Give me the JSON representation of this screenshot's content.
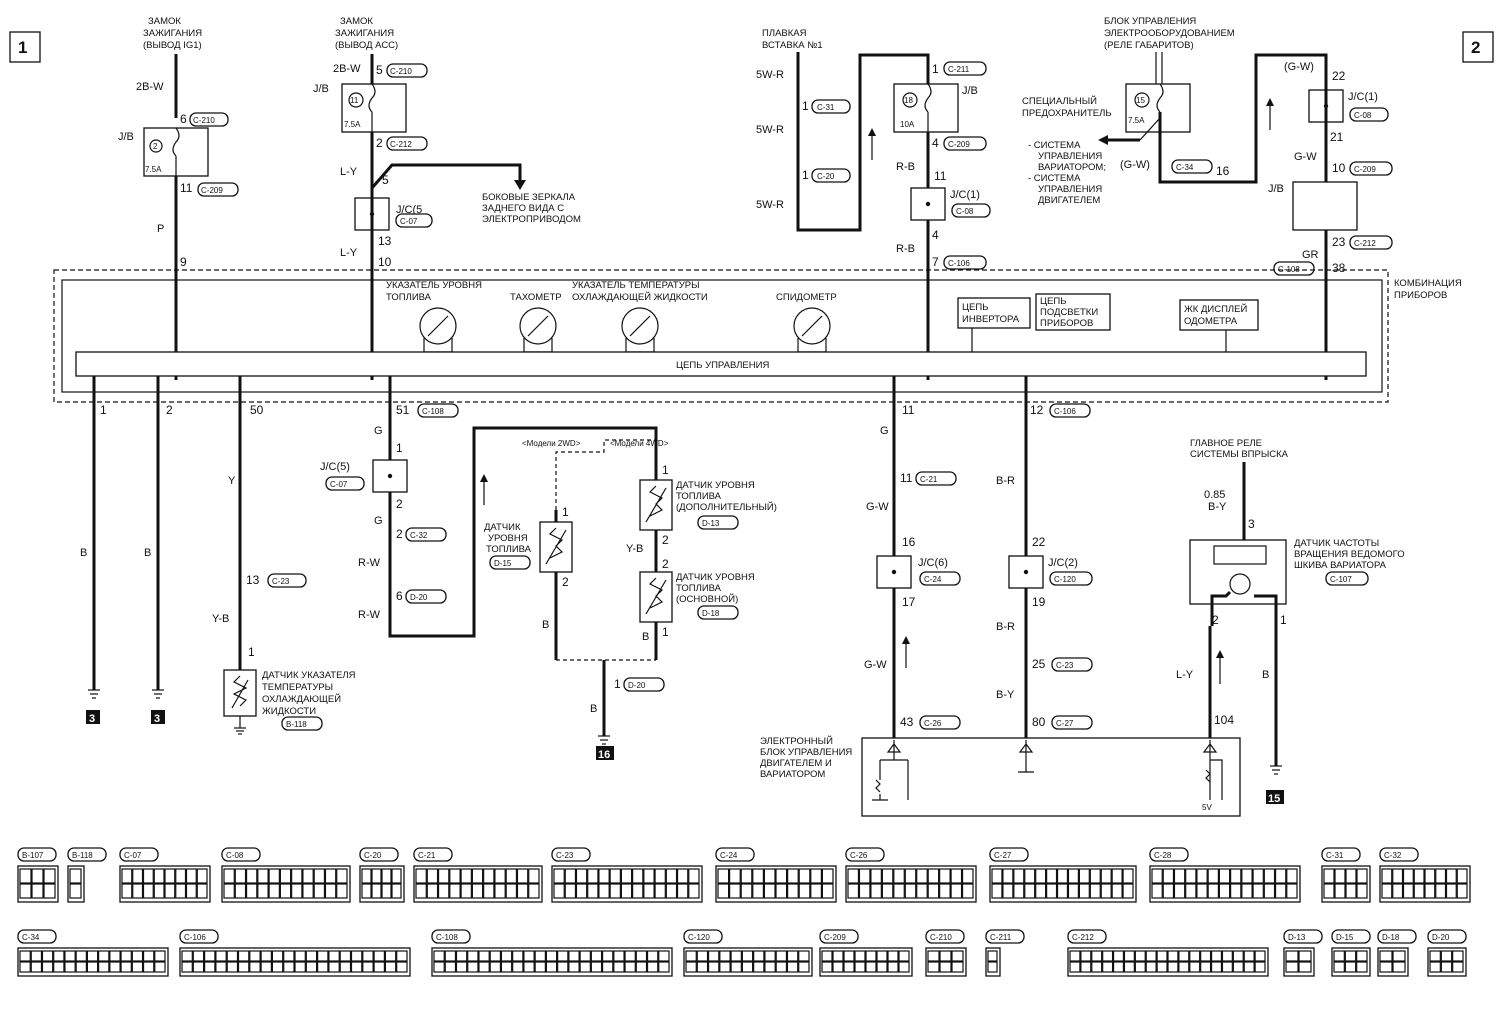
{
  "page_numbers": [
    "1",
    "2"
  ],
  "sources": {
    "ig1": [
      "ЗАМОК",
      "ЗАЖИГАНИЯ",
      "(ВЫВОД IG1)"
    ],
    "acc": [
      "ЗАМОК",
      "ЗАЖИГАНИЯ",
      "(ВЫВОД АСС)"
    ],
    "fusible_link": [
      "ПЛАВКАЯ",
      "ВСТАВКА №1"
    ],
    "etacs": [
      "БЛОК УПРАВЛЕНИЯ",
      "ЭЛЕКТРООБОРУДОВАНИЕМ",
      "(РЕЛЕ ГАБАРИТОВ)"
    ],
    "special_fuse": [
      "СПЕЦИАЛЬНЫЙ",
      "ПРЕДОХРАНИТЕЛЬ"
    ],
    "cvt_systems": [
      "- СИСТЕМА",
      "УПРАВЛЕНИЯ",
      "ВАРИАТОРОМ;",
      "- СИСТЕМА",
      "УПРАВЛЕНИЯ",
      "ДВИГАТЕЛЕМ"
    ],
    "mirrors": [
      "БОКОВЫЕ ЗЕРКАЛА",
      "ЗАДНЕГО ВИДА С",
      "ЭЛЕКТРОПРИВОДОМ"
    ],
    "main_relay": [
      "ГЛАВНОЕ РЕЛЕ",
      "СИСТЕМЫ ВПРЫСКА"
    ]
  },
  "cluster": {
    "label": [
      "КОМБИНАЦИЯ",
      "ПРИБОРОВ"
    ],
    "fuel_gauge": [
      "УКАЗАТЕЛЬ УРОВНЯ",
      "ТОПЛИВА"
    ],
    "tachometer": "ТАХОМЕТР",
    "temp_gauge": [
      "УКАЗАТЕЛЬ ТЕМПЕРАТУРЫ",
      "ОХЛАЖДАЮЩЕЙ ЖИДКОСТИ"
    ],
    "speedometer": "СПИДОМЕТР",
    "inverter": [
      "ЦЕПЬ",
      "ИНВЕРТОРА"
    ],
    "illumination": [
      "ЦЕПЬ",
      "ПОДСВЕТКИ",
      "ПРИБОРОВ"
    ],
    "odometer": [
      "ЖК ДИСПЛЕЙ",
      "ОДОМЕТРА"
    ],
    "control_circuit": "ЦЕПЬ УПРАВЛЕНИЯ"
  },
  "fuses": {
    "f2": {
      "num": "2",
      "rating": "7.5A"
    },
    "f11": {
      "num": "11",
      "rating": "7.5A"
    },
    "f18": {
      "num": "18",
      "rating": "10A"
    },
    "f15": {
      "num": "15",
      "rating": "7.5A"
    }
  },
  "jb": "J/B",
  "joints": {
    "jc5a": "J/C(5",
    "jc1a": "J/C(1)",
    "jc1b": "J/C(1)",
    "jc5b": "J/C(5)",
    "jc6": "J/C(6)",
    "jc2": "J/C(2)"
  },
  "wire_colors": {
    "c1_top": "2B-W",
    "c1_p": "P",
    "c2_top": "2B-W",
    "c2_ly1": "L-Y",
    "c2_ly2": "L-Y",
    "c3_5wr1": "5W-R",
    "c3_5wr2": "5W-R",
    "c3_5wr3": "5W-R",
    "c4_rb1": "R-B",
    "c4_rb2": "R-B",
    "gw_paren": "(G-W)",
    "gw_paren2": "(G-W)",
    "c6_gw": "G-W",
    "c6_gr": "GR",
    "b1": "B",
    "b2": "B",
    "y": "Y",
    "yb": "Y-B",
    "g1": "G",
    "g2": "G",
    "rw1": "R-W",
    "rw2": "R-W",
    "yb2": "Y-B",
    "b3": "B",
    "b4": "B",
    "b5": "B",
    "g3": "G",
    "gw1": "G-W",
    "gw2": "G-W",
    "br1": "B-R",
    "br2": "B-R",
    "by": "B-Y",
    "rel_085": "0.85",
    "rel_by": "B-Y",
    "ly3": "L-Y",
    "b6": "B"
  },
  "pins": {
    "p2a": "2",
    "p6": "6",
    "p11a": "11",
    "p9": "9",
    "p5a": "5",
    "p2b": "2",
    "p5b": "5",
    "p13a": "13",
    "p10a": "10",
    "p1a": "1",
    "p1b": "1",
    "p1c": "1",
    "p4a": "4",
    "p11b": "11",
    "p4b": "4",
    "p7": "7",
    "p22a": "22",
    "p21": "21",
    "p16a": "16",
    "p10b": "10",
    "p23": "23",
    "p38": "38",
    "p1d": "1",
    "p2c": "2",
    "p50": "50",
    "p51": "51",
    "p1e": "1",
    "p2d": "2",
    "p2e": "2",
    "p6b": "6",
    "p13b": "13",
    "p1f": "1",
    "p1g": "1",
    "p2f": "2",
    "p1h": "1",
    "p2g": "2",
    "p2h": "2",
    "p1i": "1",
    "p1j": "1",
    "p11c": "11",
    "p11d": "11",
    "p16b": "16",
    "p17": "17",
    "p43": "43",
    "p12": "12",
    "p22b": "22",
    "p19": "19",
    "p25": "25",
    "p80": "80",
    "p3": "3",
    "p2i": "2",
    "p1k": "1",
    "p104": "104"
  },
  "connectors": {
    "c210a": "C-210",
    "c209a": "C-209",
    "c210b": "C-210",
    "c212a": "C-212",
    "c07a": "C-07",
    "c31": "C-31",
    "c20": "C-20",
    "c211": "C-211",
    "c209b": "C-209",
    "c08": "C-08",
    "c106a": "C-106",
    "c08b": "C-08",
    "c34": "C-34",
    "c209c": "C-209",
    "c212b": "C-212",
    "c108a": "C-108",
    "c108b": "C-108",
    "c07b": "C-07",
    "c32": "C-32",
    "d20a": "D-20",
    "c23a": "C-23",
    "b118": "B-118",
    "d13": "D-13",
    "d15": "D-15",
    "d18": "D-18",
    "d20b": "D-20",
    "c21": "C-21",
    "c24": "C-24",
    "c26": "C-26",
    "c106b": "C-106",
    "c120": "C-120",
    "c23b": "C-23",
    "c27": "C-27",
    "c107": "C-107"
  },
  "models": {
    "m2wd": "<Модели 2WD>",
    "m4wd": "<Модели 4WD>"
  },
  "sensors": {
    "fuel_2wd": [
      "ДАТЧИК",
      "УРОВНЯ",
      "ТОПЛИВА"
    ],
    "fuel_sub": [
      "ДАТЧИК УРОВНЯ",
      "ТОПЛИВА",
      "(ДОПОЛНИТЕЛЬНЫЙ)"
    ],
    "fuel_main": [
      "ДАТЧИК УРОВНЯ",
      "ТОПЛИВА",
      "(ОСНОВНОЙ)"
    ],
    "coolant": [
      "ДАТЧИК УКАЗАТЕЛЯ",
      "ТЕМПЕРАТУРЫ",
      "ОХЛАЖДАЮЩЕЙ",
      "ЖИДКОСТИ"
    ],
    "pulley": [
      "ДАТЧИК ЧАСТОТЫ",
      "ВРАЩЕНИЯ ВЕДОМОГО",
      "ШКИВА ВАРИАТОРА"
    ]
  },
  "ecu": {
    "label": [
      "ЭЛЕКТРОННЫЙ",
      "БЛОК УПРАВЛЕНИЯ",
      "ДВИГАТЕЛЕМ И",
      "ВАРИАТОРОМ"
    ],
    "volt": "5V"
  },
  "grounds": {
    "g3a": "3",
    "g3b": "3",
    "g16": "16",
    "g15": "15"
  },
  "connector_views": {
    "row1": [
      "B-107",
      "B-118",
      "C-07",
      "C-08",
      "C-20",
      "C-21",
      "C-23",
      "C-24",
      "C-26",
      "C-27",
      "C-28",
      "C-31",
      "C-32"
    ],
    "row2": [
      "C-34",
      "C-106",
      "C-108",
      "C-120",
      "C-209",
      "C-210",
      "C-211",
      "C-212",
      "D-13",
      "D-15",
      "D-18",
      "D-20"
    ]
  }
}
